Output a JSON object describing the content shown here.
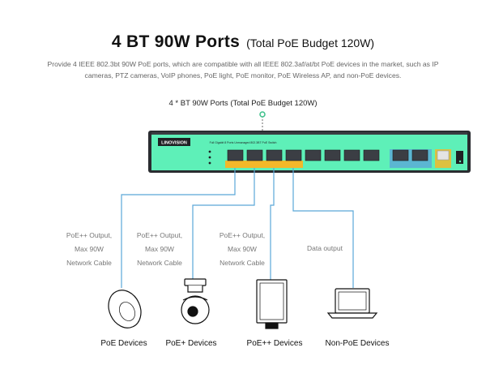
{
  "heading": {
    "main": "4 BT 90W Ports",
    "paren": "(Total PoE Budget 120W)"
  },
  "description": "Provide 4 IEEE 802.3bt 90W PoE ports, which are compatible with all IEEE 802.3af/at/bt PoE devices in the market, such as IP cameras, PTZ cameras, VoIP phones, PoE light, PoE monitor, PoE Wireless AP, and non-PoE devices.",
  "diagram_title": "4 * BT 90W Ports (Total PoE Budget 120W)",
  "switch": {
    "brand": "LINOVISION",
    "model_text": "Full Gigabit 8 Ports Unmanaged 802.3BT PoE Switch",
    "colors": {
      "body": "#5ef0b8",
      "frame": "#2a2c30",
      "poe_strip": "#f3b82a",
      "cable": "#5aa8d8"
    }
  },
  "connections": [
    {
      "label_lines": [
        "PoE++ Output,",
        "Max 90W",
        "Network Cable"
      ],
      "device": "PoE Devices",
      "icon": "wireless-ap-icon"
    },
    {
      "label_lines": [
        "PoE++ Output,",
        "Max 90W",
        "Network Cable"
      ],
      "device": "PoE+ Devices",
      "icon": "ptz-camera-icon"
    },
    {
      "label_lines": [
        "PoE++ Output,",
        "Max 90W",
        "Network Cable"
      ],
      "device": "PoE++ Devices",
      "icon": "monitor-icon"
    },
    {
      "label_lines": [
        "Data output"
      ],
      "device": "Non-PoE Devices",
      "icon": "laptop-icon"
    }
  ]
}
